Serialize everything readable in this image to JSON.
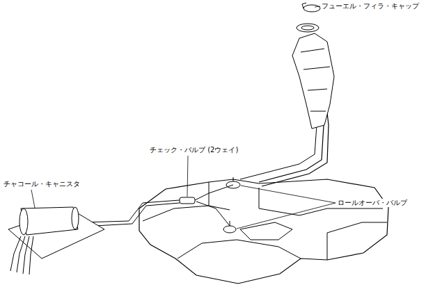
{
  "diagram": {
    "labels": [
      "フューエル・フィラ・キャップ",
      "チェック・バルブ (2ウェイ)",
      "チャコール・キャニスタ",
      "ロールオーバ・バルブ"
    ]
  }
}
